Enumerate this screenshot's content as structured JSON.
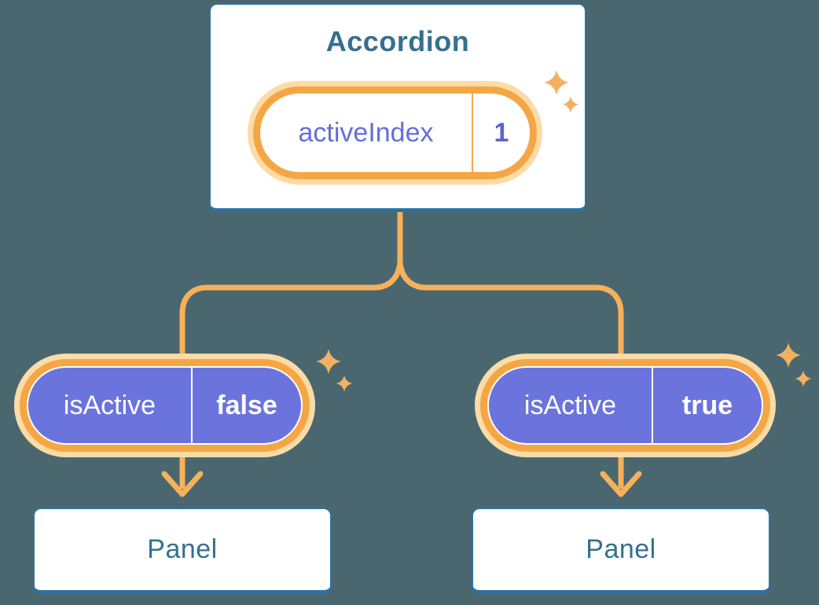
{
  "diagram": {
    "root": {
      "title": "Accordion",
      "state": {
        "name": "activeIndex",
        "value": "1"
      }
    },
    "children": [
      {
        "prop": {
          "name": "isActive",
          "value": "false"
        },
        "panel_label": "Panel"
      },
      {
        "prop": {
          "name": "isActive",
          "value": "true"
        },
        "panel_label": "Panel"
      }
    ],
    "icons": {
      "sparkle": "sparkle-icon",
      "arrow": "arrow-down-icon",
      "connector": "fork-connector"
    },
    "colors": {
      "background": "#4A6770",
      "card_fill": "#FFFFFF",
      "card_border_blue": "#2D72A2",
      "heading_blue": "#35708F",
      "prop_purple": "#6B74DC",
      "prop_text": "#FFFFFF",
      "state_text_purple": "#666ED9",
      "pill_ring_orange": "#F5A644",
      "pill_halo_cream": "#FBDCA7",
      "connector_orange": "#F6B159",
      "sparkle_orange": "#F2B162"
    }
  }
}
